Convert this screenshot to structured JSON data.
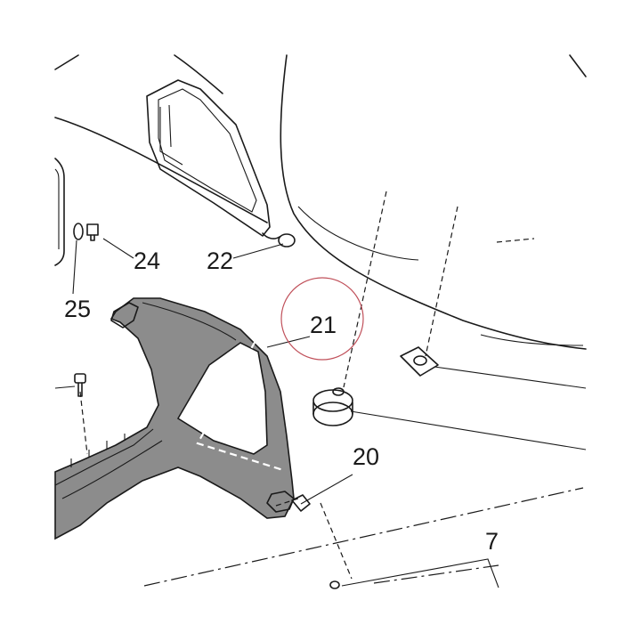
{
  "callouts": {
    "part_7": "7",
    "part_20": "20",
    "part_21": "21",
    "part_22": "22",
    "part_24": "24",
    "part_25": "25"
  },
  "colors": {
    "line": "#1a1a1a",
    "bracket_fill": "#8c8c8c",
    "highlight_circle": "#c0505a",
    "background": "#ffffff"
  }
}
